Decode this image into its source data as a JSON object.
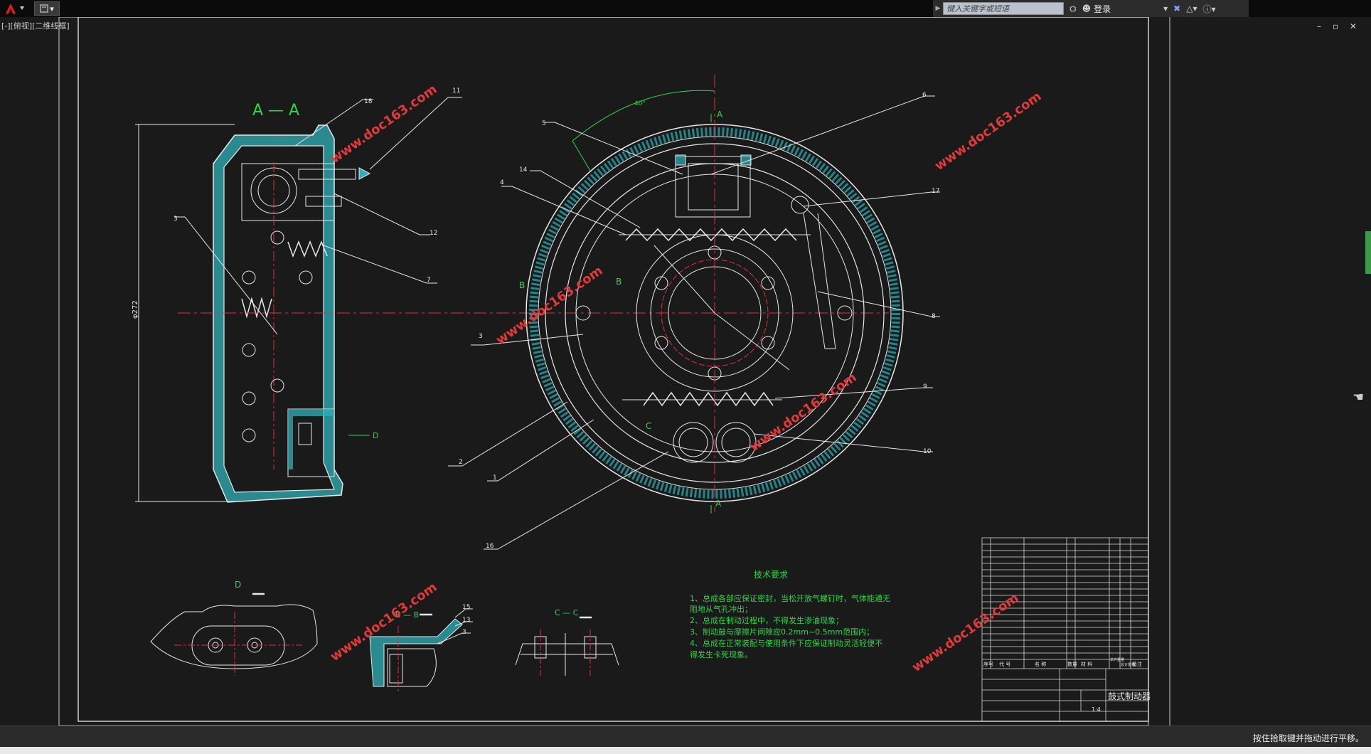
{
  "titlebar": {
    "quick_access_label": "▾",
    "search_placeholder": "键入关键字或短语",
    "login_label": "登录"
  },
  "viewport": {
    "view_label": "[-][俯视][二维线框]",
    "window_controls": "– ▫ ✕"
  },
  "drawing": {
    "section_aa": "A — A",
    "section_bb": "B — B",
    "section_cc": "C — C",
    "view_d": "D",
    "label_a": "A",
    "label_b": "B",
    "label_c": "C",
    "label_d": "D",
    "diameter_label": "φ272",
    "angle_label": "40°",
    "part_numbers": [
      "1",
      "2",
      "3",
      "4",
      "5",
      "6",
      "7",
      "8",
      "9",
      "10",
      "11",
      "12",
      "13",
      "14",
      "15",
      "16",
      "17",
      "18"
    ],
    "watermark": "www.doc163.com",
    "tech_title": "技术要求",
    "tech_notes": [
      "1、总成各部应保证密封，当松开放气螺钉时，气体能通无",
      "阻地从气孔冲出；",
      "2、总成在制动过程中，不得发生渗油现象；",
      "3、制动鼓与摩擦片间隙应0.2mm~0.5mm范围内；",
      "4、总成在正常装配与使用条件下应保证制动灵活轻便不",
      "得发生卡死现象。"
    ],
    "title_block_name": "鼓式制动器",
    "scale": "1:4",
    "table_header": [
      "序号",
      "代 号",
      "名 称",
      "数量",
      "材 料",
      "单件重量",
      "总计重量",
      "备注"
    ]
  },
  "status": {
    "prompt": "按住拾取键并拖动进行平移。"
  },
  "colors": {
    "background": "#1a1a1a",
    "linework": "#e8e8e8",
    "centerline": "#e0303a",
    "section_hatch": "#2fb0b8",
    "annotation": "#2ed64a",
    "watermark": "#e23a3a"
  }
}
